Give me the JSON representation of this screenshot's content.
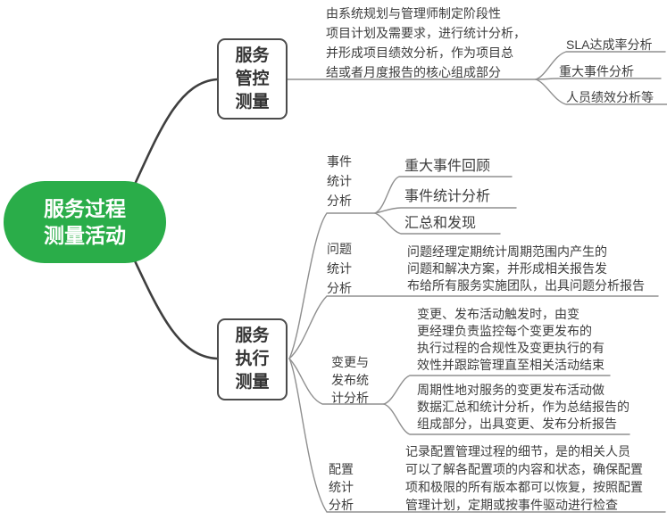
{
  "root": {
    "label": "服务过程\n测量活动",
    "color": "#2aad49"
  },
  "branches": [
    {
      "node_label": "服务\n管控\n测量",
      "description": "由系统规划与管理师制定阶段性\n项目计划及需要求，进行统计分析，\n并形成项目绩效分析，作为项目总\n结或者月度报告的核心组成部分",
      "items": [
        "SLA达成率分析",
        "重大事件分析",
        "人员绩效分析等"
      ]
    },
    {
      "node_label": "服务\n执行\n测量",
      "sub_branches": [
        {
          "label": "事件\n统计\n分析",
          "items": [
            "重大事件回顾",
            "事件统计分析",
            "汇总和发现"
          ]
        },
        {
          "label": "问题\n统计\n分析",
          "description": "问题经理定期统计周期范围内产生的\n问题和解决方案，并形成相关报告发\n布给所有服务实施团队，出具问题分析报告"
        },
        {
          "label": "变更与\n发布统\n计分析",
          "descriptions": [
            "变更、发布活动触发时，由变\n更经理负责监控每个变更发布的\n执行过程的合规性及变更执行的有\n效性并跟踪管理直至相关活动结束",
            "周期性地对服务的变更发布活动做\n数据汇总和统计分析，作为总结报告的\n组成部分，出具变更、发布分析报告"
          ]
        },
        {
          "label": "配置\n统计\n分析",
          "description": "记录配置管理过程的细节，是的相关人员\n可以了解各配置项的内容和状态，确保配置\n项和极限的所有版本都可以恢复，按照配置\n管理计划，定期或按事件驱动进行检查"
        }
      ]
    }
  ]
}
